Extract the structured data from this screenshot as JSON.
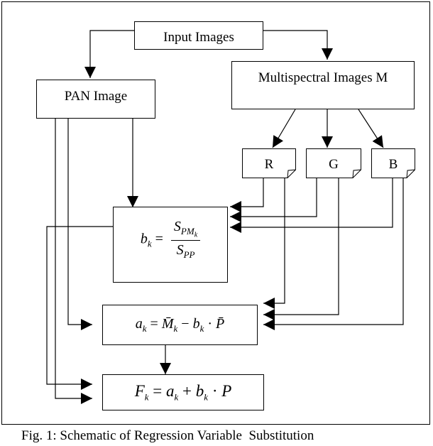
{
  "nodes": {
    "input": "Input Images",
    "pan": "PAN Image",
    "ms": "Multispectral Images M",
    "r": "R",
    "g": "G",
    "b": "B"
  },
  "formulas": {
    "bk": {
      "lhs": "b",
      "lhs_sub": "k",
      "eq": " = ",
      "num": "S",
      "num_sub": "PM",
      "num_subsub": "k",
      "den": "S",
      "den_sub": "PP"
    },
    "ak": {
      "lhs": "a",
      "lhs_sub": "k",
      "eq": " = ",
      "mbar": "M̄",
      "m_sub": "k",
      "minus": " − ",
      "b": "b",
      "b_sub": "k",
      "dot": " · ",
      "pbar": "P̄"
    },
    "fk": {
      "lhs": "F",
      "lhs_sub": "k",
      "eq": " = ",
      "a": "a",
      "a_sub": "k",
      "plus": " + ",
      "b": "b",
      "b_sub": "k",
      "dot": " · ",
      "p": "P"
    }
  },
  "caption": "Fig. 1: Schematic of Regression Variable  Substitution"
}
